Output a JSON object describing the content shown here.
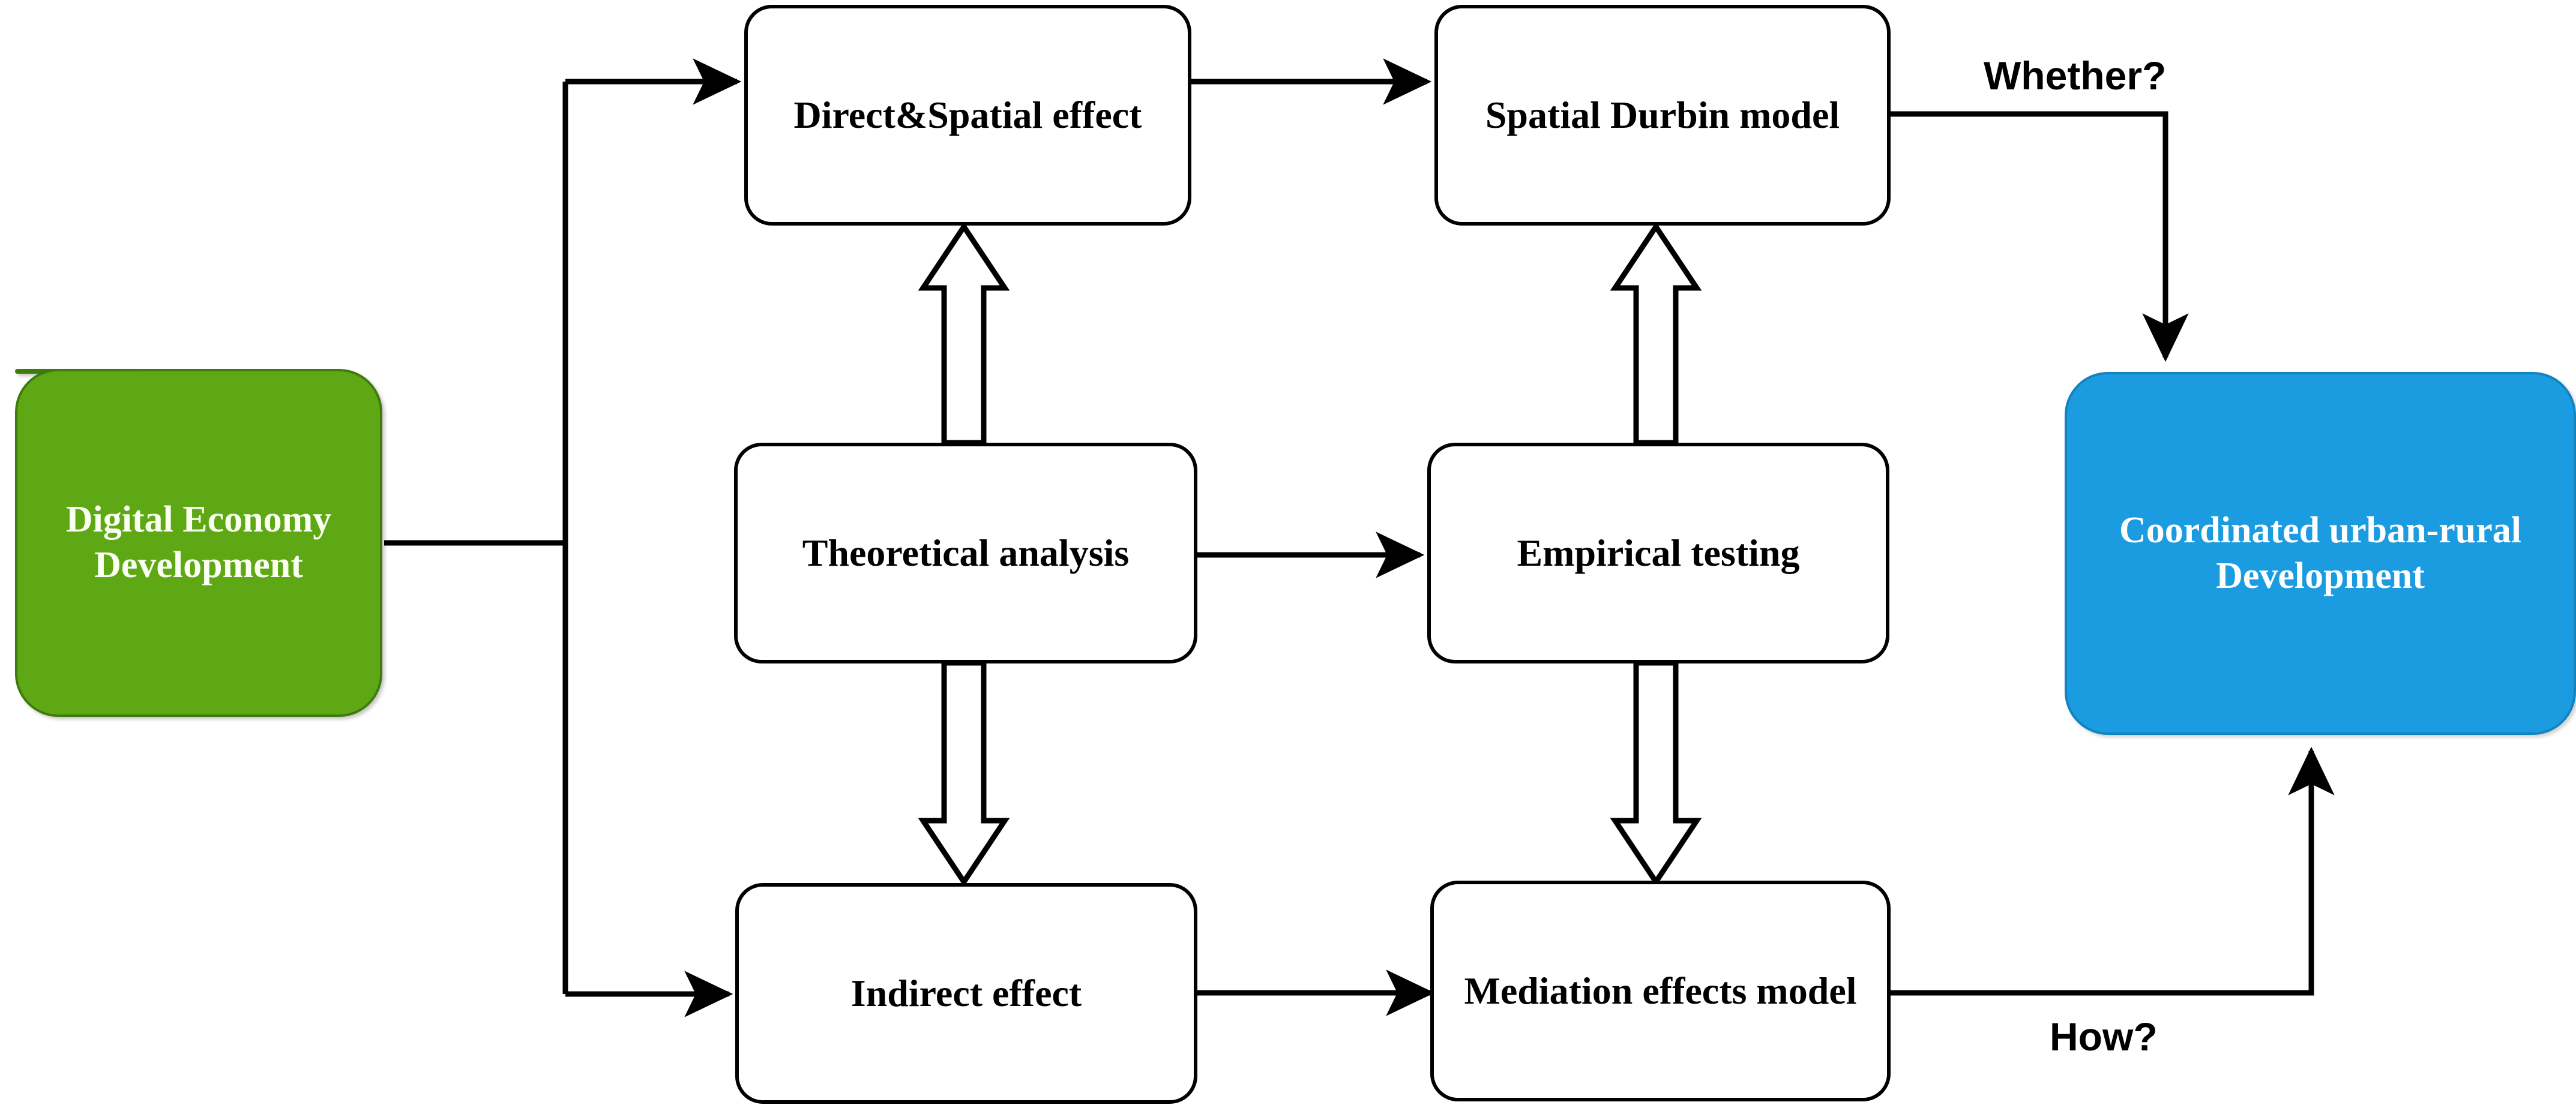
{
  "diagram": {
    "title": "Digital Economy Development and Coordinated Urban-Rural Development research framework",
    "colors": {
      "source_fill": "#5fa815",
      "source_border": "#3f7a0d",
      "target_fill": "#1b9be0",
      "target_border": "#1383c0",
      "process_fill": "#ffffff",
      "process_border": "#000000",
      "connector": "#000000",
      "source_text": "#fbfff2",
      "target_text": "#ffffff"
    },
    "nodes": {
      "source": {
        "label": "Digital Economy Development",
        "line1": "Digital Economy",
        "line2": "Development"
      },
      "direct_spatial_effect": {
        "label": "Direct&Spatial effect"
      },
      "spatial_durbin_model": {
        "label": "Spatial Durbin model"
      },
      "theoretical_analysis": {
        "label": "Theoretical analysis"
      },
      "empirical_testing": {
        "label": "Empirical testing"
      },
      "indirect_effect": {
        "label": "Indirect effect"
      },
      "mediation_effects_model": {
        "label": "Mediation effects model",
        "line1": "Mediation effects",
        "line2": "model"
      },
      "target": {
        "label": "Coordinated urban-rural Development",
        "line1": "Coordinated urban-rural",
        "line2": "Development"
      }
    },
    "edge_labels": {
      "whether": "Whether?",
      "how": "How?"
    },
    "edges": [
      {
        "from": "source",
        "to": "direct_spatial_effect",
        "style": "solid-arrow"
      },
      {
        "from": "source",
        "to": "indirect_effect",
        "style": "solid-arrow"
      },
      {
        "from": "direct_spatial_effect",
        "to": "spatial_durbin_model",
        "style": "solid-arrow"
      },
      {
        "from": "theoretical_analysis",
        "to": "empirical_testing",
        "style": "solid-arrow"
      },
      {
        "from": "indirect_effect",
        "to": "mediation_effects_model",
        "style": "solid-arrow"
      },
      {
        "from": "theoretical_analysis",
        "to": "direct_spatial_effect",
        "style": "hollow-block-arrow-up"
      },
      {
        "from": "theoretical_analysis",
        "to": "indirect_effect",
        "style": "hollow-block-arrow-down"
      },
      {
        "from": "empirical_testing",
        "to": "spatial_durbin_model",
        "style": "hollow-block-arrow-up"
      },
      {
        "from": "empirical_testing",
        "to": "mediation_effects_model",
        "style": "hollow-block-arrow-down"
      },
      {
        "from": "spatial_durbin_model",
        "to": "target",
        "style": "solid-arrow",
        "label": "Whether?"
      },
      {
        "from": "mediation_effects_model",
        "to": "target",
        "style": "solid-arrow",
        "label": "How?"
      }
    ]
  }
}
